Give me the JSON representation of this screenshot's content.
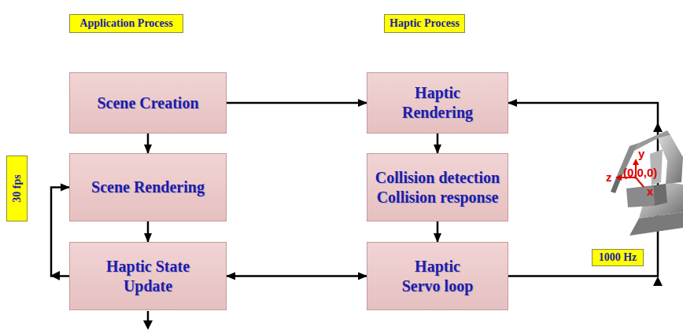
{
  "diagram": {
    "nodes": [
      {
        "text": [
          "Application Process"
        ]
      },
      {
        "text": [
          "Haptic Process"
        ]
      },
      {
        "text": [
          "Scene Creation"
        ]
      },
      {
        "text": [
          "Haptic Rendering"
        ]
      },
      {
        "text": [
          "Scene Rendering"
        ]
      },
      {
        "text": [
          "Collision detection",
          "Collision response"
        ]
      },
      {
        "text": [
          "30 fps"
        ]
      },
      {
        "text": [
          "Haptic State Update"
        ]
      },
      {
        "text": [
          "Haptic Servo loop"
        ]
      },
      {
        "text": [
          "1000 Hz"
        ]
      }
    ],
    "edges": [
      {
        "from": 2,
        "to": 3,
        "arrow": "to"
      },
      {
        "from": 2,
        "to": 4,
        "arrow": "to"
      },
      {
        "from": 3,
        "to": 5,
        "arrow": "to"
      },
      {
        "from": 4,
        "to": 7,
        "arrow": "to"
      },
      {
        "from": 5,
        "to": 8,
        "arrow": "to"
      },
      {
        "from": 7,
        "to": 4,
        "arrow": "to"
      },
      {
        "from": 7,
        "to": 8,
        "arrow": "both"
      },
      {
        "from": 8,
        "to": 3,
        "arrow": "to"
      }
    ],
    "labels": [
      "y",
      "z",
      "(0,0,0)",
      "x"
    ]
  }
}
